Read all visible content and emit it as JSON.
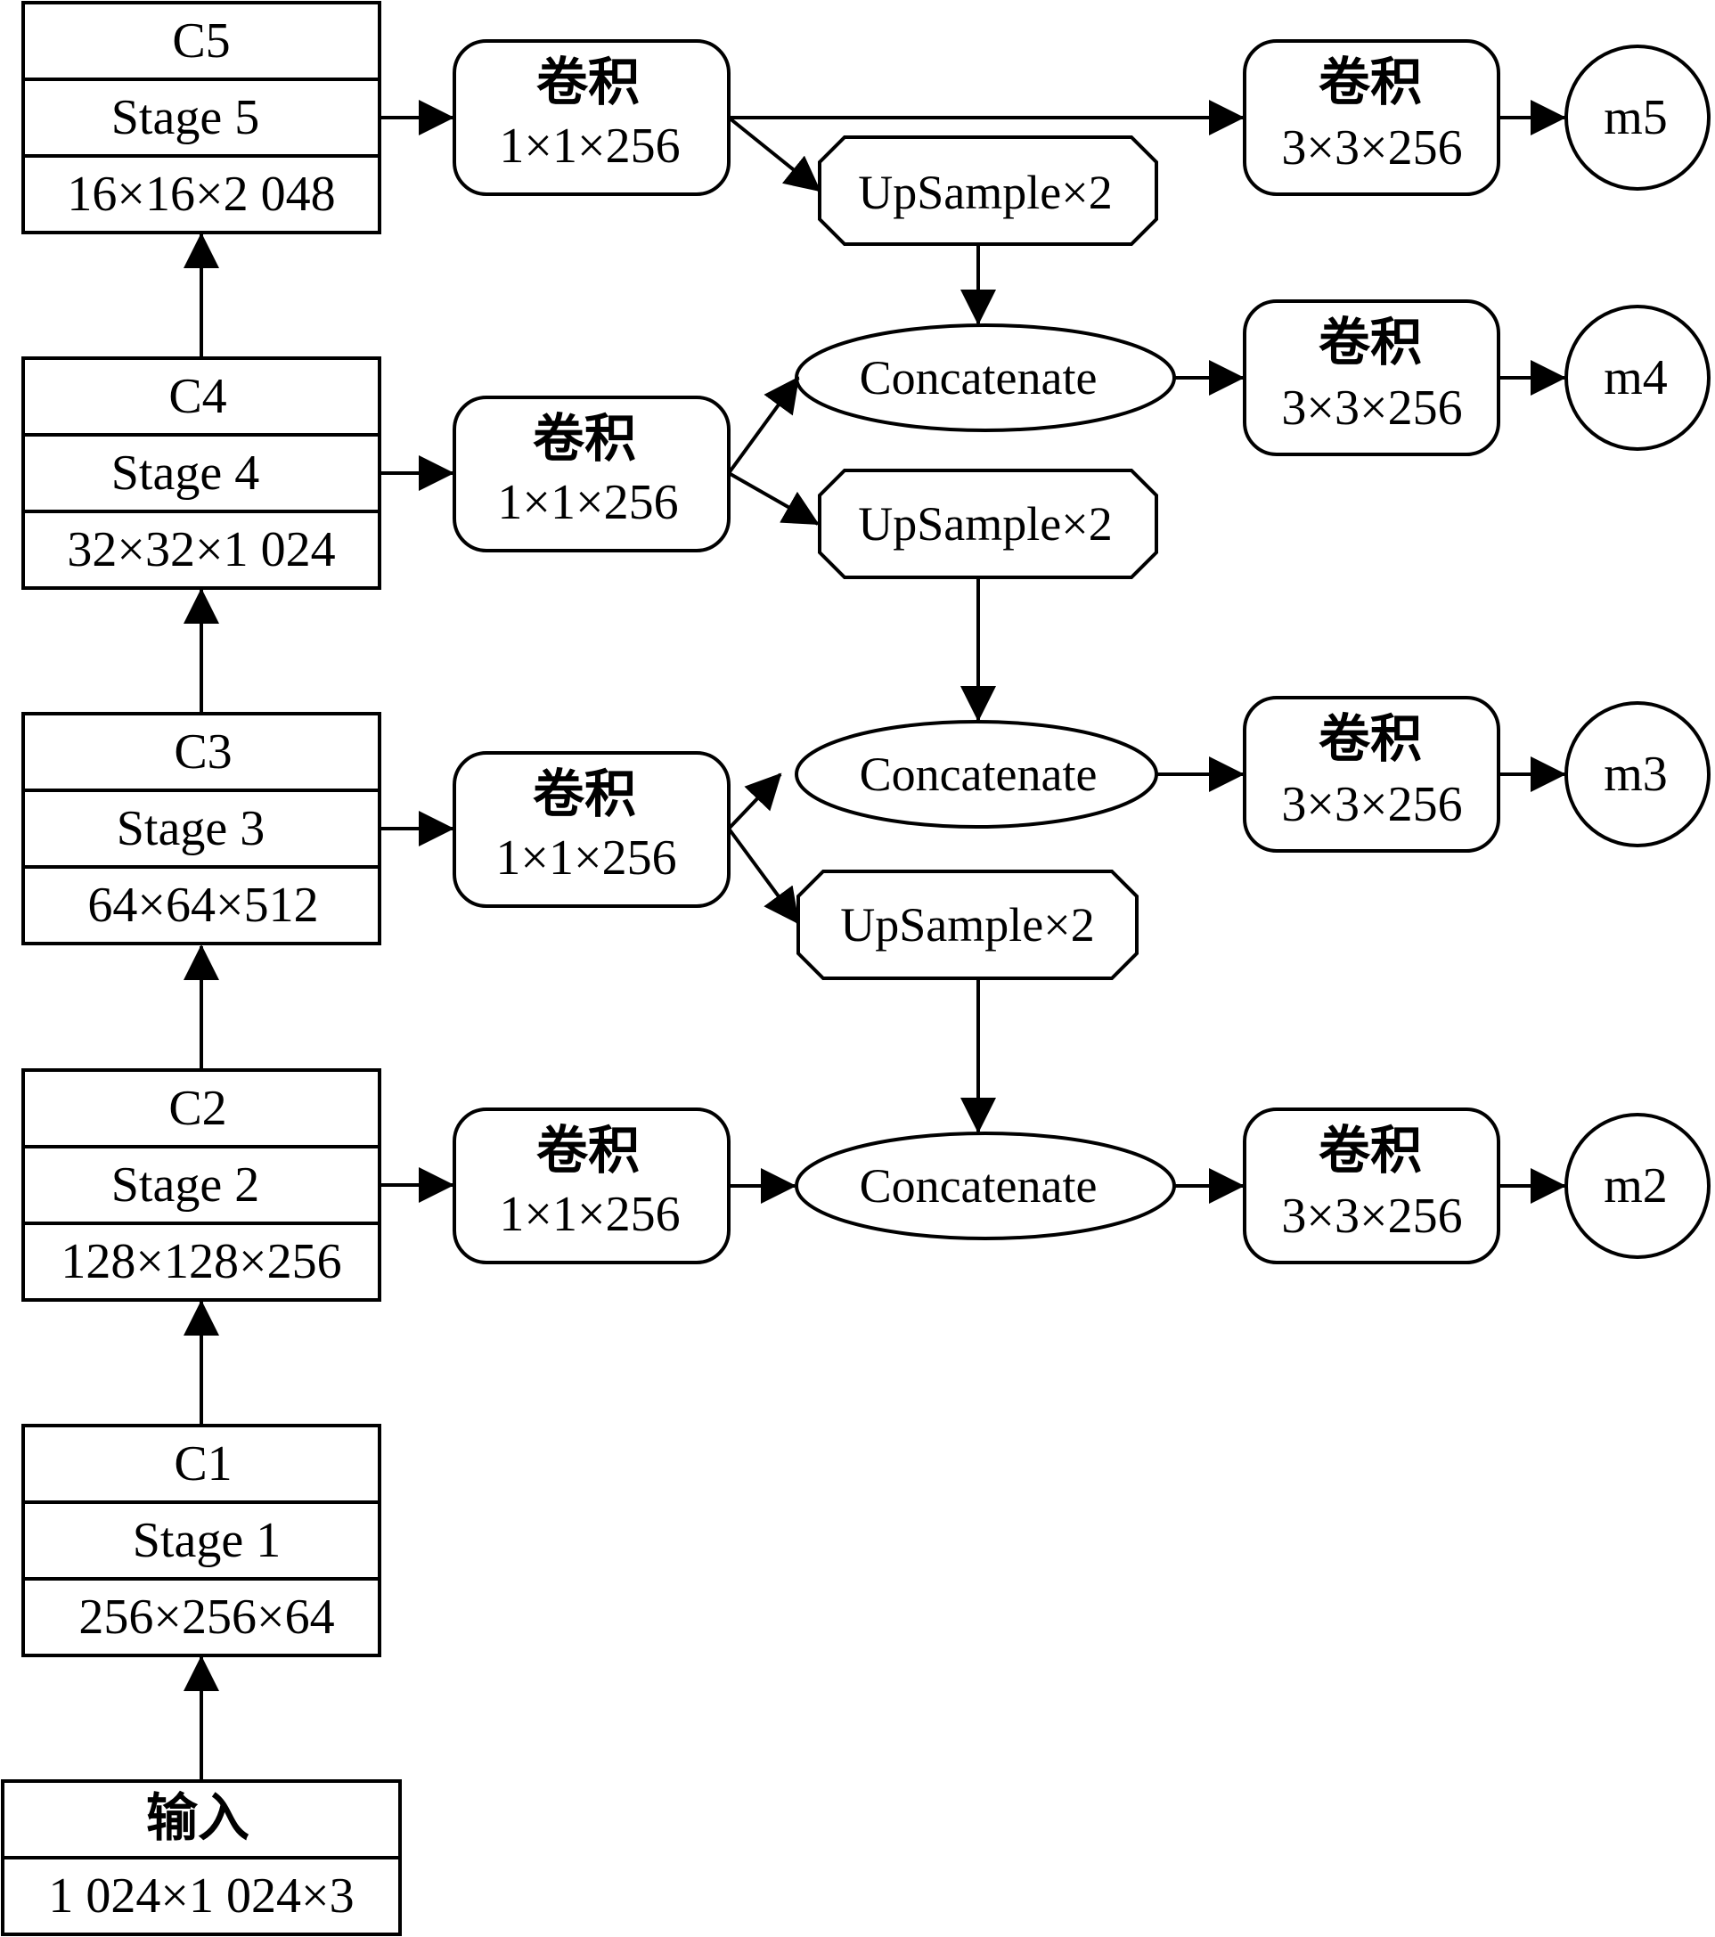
{
  "backbone": {
    "c5": {
      "name": "C5",
      "stage": "Stage 5",
      "shape": "16×16×2 048"
    },
    "c4": {
      "name": "C4",
      "stage": "Stage 4",
      "shape": "32×32×1 024"
    },
    "c3": {
      "name": "C3",
      "stage": "Stage 3",
      "shape": "64×64×512"
    },
    "c2": {
      "name": "C2",
      "stage": "Stage 2",
      "shape": "128×128×256"
    },
    "c1": {
      "name": "C1",
      "stage": "Stage 1",
      "shape": "256×256×64"
    },
    "input": {
      "label": "输入",
      "shape": "1 024×1 024×3"
    }
  },
  "lateral": {
    "conv5": {
      "label": "卷积",
      "kernel": "1×1×256"
    },
    "conv4": {
      "label": "卷积",
      "kernel": "1×1×256"
    },
    "conv3": {
      "label": "卷积",
      "kernel": "1×1×256"
    },
    "conv2": {
      "label": "卷积",
      "kernel": "1×1×256"
    }
  },
  "upsample": {
    "u5": "UpSample×2",
    "u4": "UpSample×2",
    "u3": "UpSample×2"
  },
  "concat": {
    "k4": "Concatenate",
    "k3": "Concatenate",
    "k2": "Concatenate"
  },
  "output_conv": {
    "o5": {
      "label": "卷积",
      "kernel": "3×3×256"
    },
    "o4": {
      "label": "卷积",
      "kernel": "3×3×256"
    },
    "o3": {
      "label": "卷积",
      "kernel": "3×3×256"
    },
    "o2": {
      "label": "卷积",
      "kernel": "3×3×256"
    }
  },
  "outputs": {
    "m5": "m5",
    "m4": "m4",
    "m3": "m3",
    "m2": "m2"
  }
}
